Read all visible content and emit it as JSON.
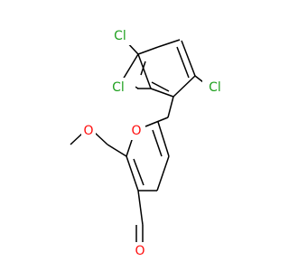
{
  "molecule": {
    "bond_color": "#000000",
    "atoms": [
      {
        "id": "cl1",
        "label": "Cl",
        "color": "#1fa01f"
      },
      {
        "id": "cl2",
        "label": "Cl",
        "color": "#1fa01f"
      },
      {
        "id": "cl3",
        "label": "Cl",
        "color": "#1fa01f"
      },
      {
        "id": "o_ether",
        "label": "O",
        "color": "#ff0d0d"
      },
      {
        "id": "o_methoxy",
        "label": "O",
        "color": "#ff0d0d"
      },
      {
        "id": "o_aldehyde",
        "label": "O",
        "color": "#ff0d0d"
      }
    ]
  }
}
